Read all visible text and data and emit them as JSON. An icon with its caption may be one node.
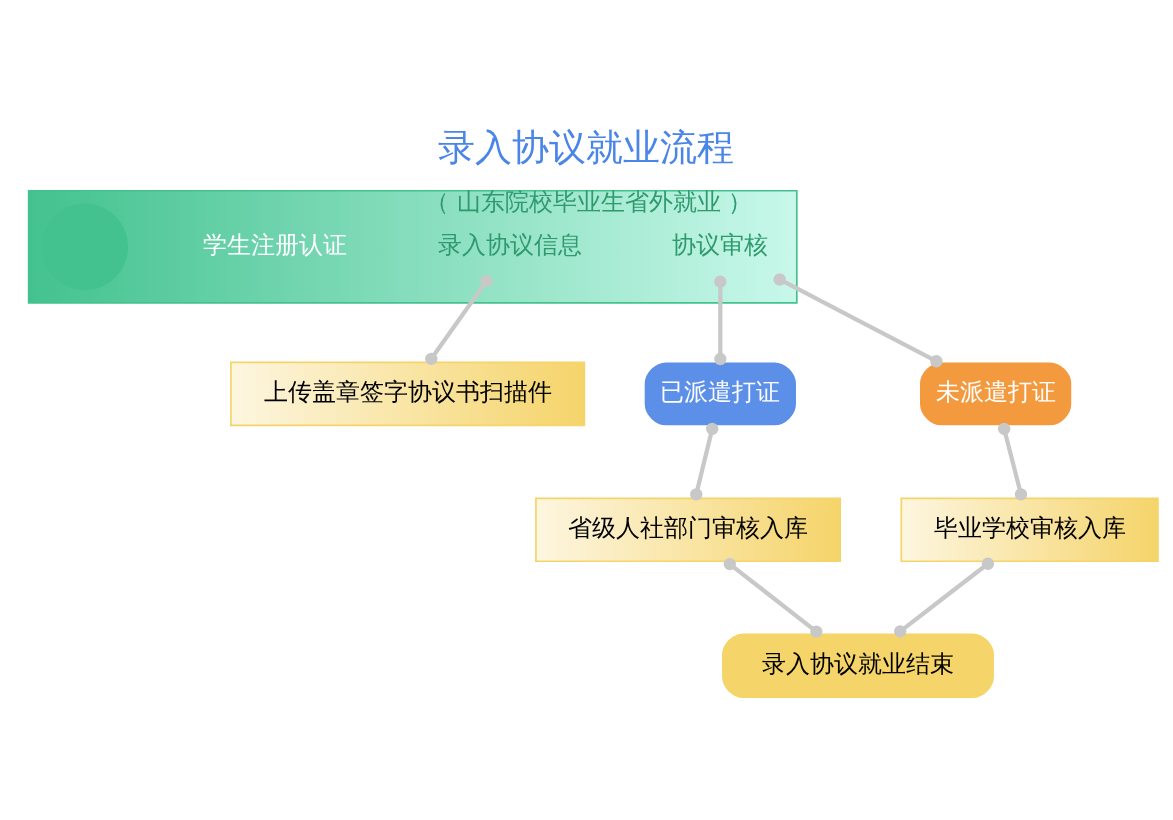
{
  "diagram": {
    "title": "录入协议就业流程",
    "nodes": [
      {
        "text": [],
        "shape": "bar"
      },
      {
        "text": [],
        "shape": "circle",
        "in": 0
      },
      {
        "text": [
          "学生注册认证"
        ],
        "in": 0
      },
      {
        "text": [
          "录入协议信息"
        ],
        "in": 0,
        "beside": [
          "（ 山东院校毕业生省外就业 ）"
        ]
      },
      {
        "text": [
          "协议审核"
        ],
        "in": 0
      },
      {
        "text": [
          "上传盖章签字协议书扫描件"
        ]
      },
      {
        "text": [
          "已派遣打证"
        ]
      },
      {
        "text": [
          "未派遣打证"
        ]
      },
      {
        "text": [
          "毕业学校审核入库"
        ]
      },
      {
        "text": [
          "省级人社部门审核入库"
        ]
      },
      {
        "text": [
          "录入协议就业结束"
        ]
      }
    ],
    "edges": [
      {
        "from": 3,
        "to": 5,
        "arrow": "other"
      },
      {
        "from": 4,
        "to": 6,
        "arrow": "other"
      },
      {
        "from": 4,
        "to": 7,
        "arrow": "other"
      },
      {
        "from": 7,
        "to": 8,
        "arrow": "other"
      },
      {
        "from": 6,
        "to": 9,
        "arrow": "other"
      },
      {
        "from": 8,
        "to": 10,
        "arrow": "other"
      },
      {
        "from": 9,
        "to": 10,
        "arrow": "other"
      }
    ]
  }
}
